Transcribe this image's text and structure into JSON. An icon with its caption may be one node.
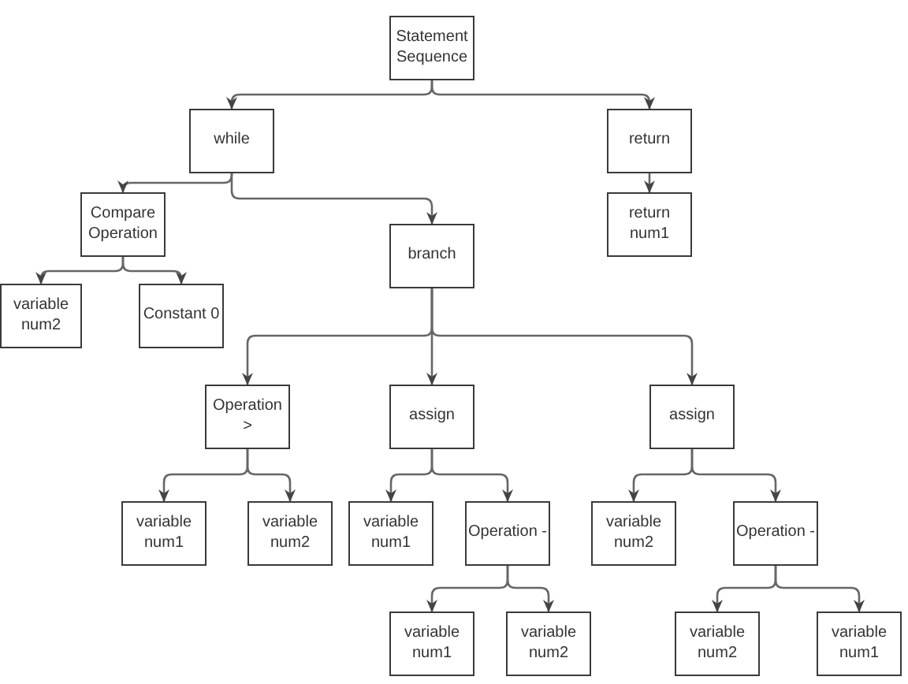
{
  "diagram": {
    "nodes": [
      {
        "text": [
          "Statement Sequence"
        ]
      },
      {
        "text": [
          "while"
        ]
      },
      {
        "text": [
          "return"
        ]
      },
      {
        "text": [
          "Compare Operation"
        ]
      },
      {
        "text": [
          "return num1"
        ]
      },
      {
        "text": [
          "branch"
        ]
      },
      {
        "text": [
          "variable num2"
        ]
      },
      {
        "text": [
          "Constant 0"
        ]
      },
      {
        "text": [
          "Operation >"
        ]
      },
      {
        "text": [
          "assign"
        ]
      },
      {
        "text": [
          "assign"
        ]
      },
      {
        "text": [
          "variable num1"
        ]
      },
      {
        "text": [
          "variable num2"
        ]
      },
      {
        "text": [
          "variable num1"
        ]
      },
      {
        "text": [
          "Operation -"
        ]
      },
      {
        "text": [
          "variable num2"
        ]
      },
      {
        "text": [
          "Operation -"
        ]
      },
      {
        "text": [
          "variable num1"
        ]
      },
      {
        "text": [
          "variable num2"
        ]
      },
      {
        "text": [
          "variable num2"
        ]
      },
      {
        "text": [
          "variable num1"
        ]
      }
    ],
    "edges": [
      {
        "from": 0,
        "to": 1,
        "arrow": "to"
      },
      {
        "from": 0,
        "to": 2,
        "arrow": "to"
      },
      {
        "from": 1,
        "to": 3,
        "arrow": "to"
      },
      {
        "from": 1,
        "to": 5,
        "arrow": "to"
      },
      {
        "from": 2,
        "to": 4,
        "arrow": "to"
      },
      {
        "from": 3,
        "to": 6,
        "arrow": "to"
      },
      {
        "from": 3,
        "to": 7,
        "arrow": "to"
      },
      {
        "from": 5,
        "to": 8,
        "arrow": "to"
      },
      {
        "from": 5,
        "to": 9,
        "arrow": "to"
      },
      {
        "from": 5,
        "to": 10,
        "arrow": "to"
      },
      {
        "from": 8,
        "to": 11,
        "arrow": "to"
      },
      {
        "from": 8,
        "to": 12,
        "arrow": "to"
      },
      {
        "from": 9,
        "to": 13,
        "arrow": "to"
      },
      {
        "from": 9,
        "to": 14,
        "arrow": "to"
      },
      {
        "from": 10,
        "to": 15,
        "arrow": "to"
      },
      {
        "from": 10,
        "to": 16,
        "arrow": "to"
      },
      {
        "from": 14,
        "to": 17,
        "arrow": "to"
      },
      {
        "from": 14,
        "to": 18,
        "arrow": "to"
      },
      {
        "from": 16,
        "to": 19,
        "arrow": "to"
      },
      {
        "from": 16,
        "to": 20,
        "arrow": "to"
      }
    ]
  }
}
